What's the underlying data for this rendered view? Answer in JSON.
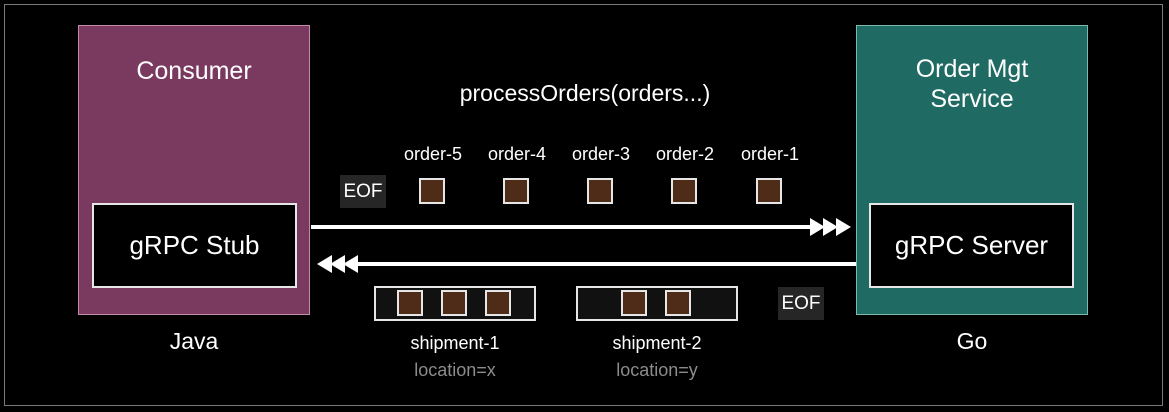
{
  "consumer": {
    "title": "Consumer",
    "stub_label": "gRPC Stub",
    "language": "Java"
  },
  "service": {
    "title_line1": "Order Mgt",
    "title_line2": "Service",
    "server_label": "gRPC Server",
    "language": "Go"
  },
  "call_label": "processOrders(orders...)",
  "request_stream": {
    "orders": [
      "order-5",
      "order-4",
      "order-3",
      "order-2",
      "order-1"
    ],
    "end_marker": "EOF"
  },
  "response_stream": {
    "shipments": [
      {
        "name": "shipment-1",
        "location": "location=x",
        "order_count": 3
      },
      {
        "name": "shipment-2",
        "location": "location=y",
        "order_count": 2
      }
    ],
    "end_marker": "EOF"
  },
  "colors": {
    "consumer": "#7a3a5f",
    "service": "#1f6b63",
    "message": "#4e2c17",
    "location_text": "#8c8c8c"
  }
}
